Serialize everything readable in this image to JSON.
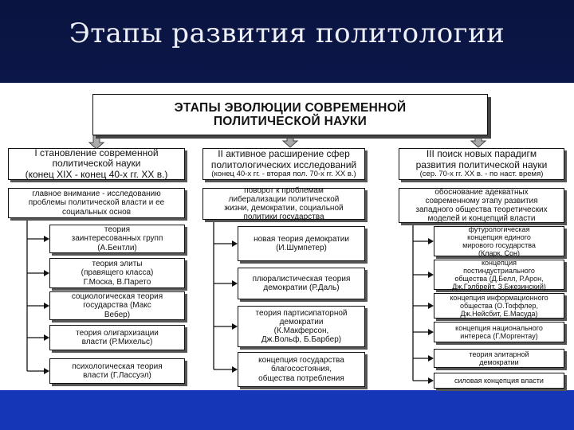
{
  "slide": {
    "title": "Этапы развития политологии"
  },
  "diagram": {
    "root": "ЭТАПЫ ЭВОЛЮЦИИ СОВРЕМЕННОЙ\nПОЛИТИЧЕСКОЙ НАУКИ",
    "stages": [
      {
        "title": "I становление современной\nполитической науки",
        "period": "(конец XIX - конец 40-х гг. XX в.)",
        "focus": "главное внимание - исследованию\nпроблемы политической власти и ее\nсоциальных основ",
        "items": [
          "теория\nзаинтересованных групп\n(А.Бентли)",
          "теория элиты\n(правящего класса)\nГ.Моска, В.Парето",
          "социологическая теория\nгосударства (Макс\nВебер)",
          "теория олигархизации\nвласти (Р.Михельс)",
          "психологическая теория\nвласти (Г.Лассуэл)"
        ]
      },
      {
        "title": "II активное расширение сфер\nполитологических исследований",
        "period": "(конец 40-х гг. - вторая пол. 70-х гг. XX в.)",
        "focus": "поворот к проблемам\nлиберализации политической\nжизни, демократии, социальной\nполитики государства",
        "items": [
          "новая теория демократии\n(И.Шумпетер)",
          "плюралистическая теория\nдемократии (Р.Даль)",
          "теория партисипаторной\nдемократии\n(К.Макферсон,\nДж.Вольф, Б.Барбер)",
          "концепция государства\nблагосостояния,\nобщества потребления"
        ]
      },
      {
        "title": "III поиск новых парадигм\nразвития политической науки",
        "period": "(сер. 70-х гг. XX в. - по наст. время)",
        "focus": "обоснование адекватных\nсовременному этапу развития\nзападного общества теоретических\nмоделей и концепций власти",
        "items": [
          "футурологическая\nконцепция единого\nмирового государства\n(Кларк, Сон)",
          "концепция\nпостиндустриального\nобщества (Д.Белл, Р.Арон,\nДж.Гэлбрейт, З.Бжезинский)",
          "концепция информационного\nобщества (О.Тоффлер,\nДж.Нейсбит, Е.Масуда)",
          "концепция национального\nинтереса (Г.Моргентау)",
          "теория элитарной\nдемократии",
          "силовая концепция власти"
        ]
      }
    ]
  }
}
